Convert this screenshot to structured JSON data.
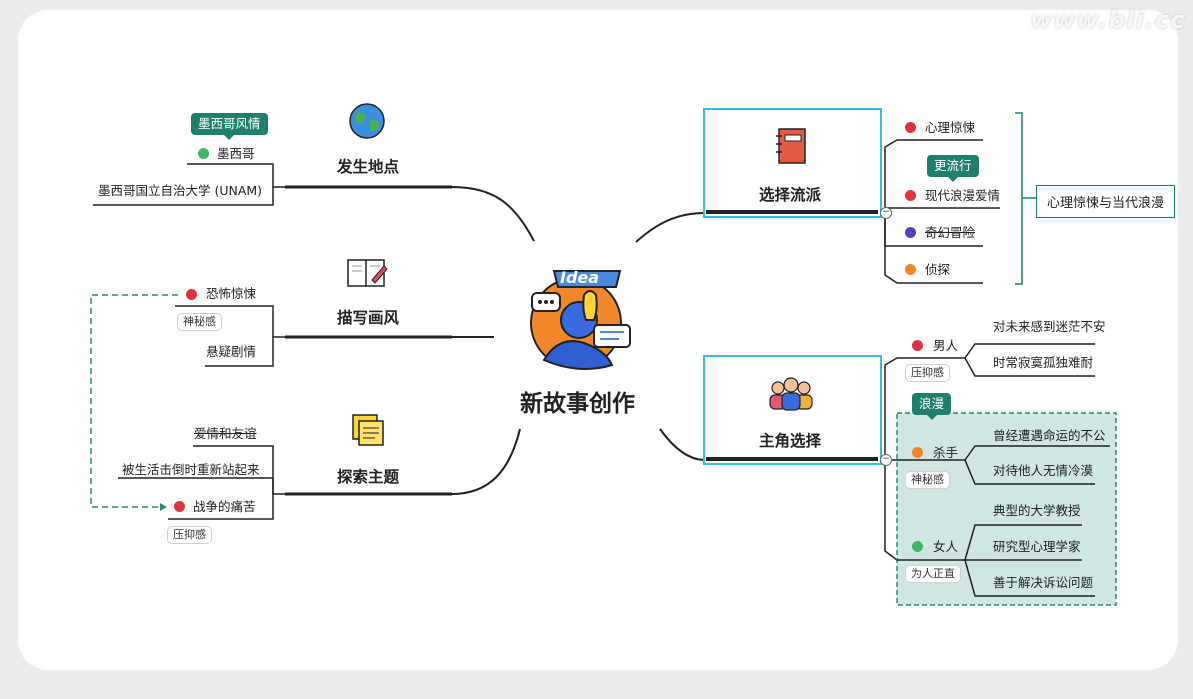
{
  "watermark": "www.bli.cc",
  "center": {
    "title": "新故事创作",
    "badge": "Idea"
  },
  "branches": {
    "location": {
      "title": "发生地点",
      "items": [
        "墨西哥",
        "墨西哥国立自治大学 (UNAM)"
      ],
      "callout": "墨西哥风情"
    },
    "style": {
      "title": "描写画风",
      "items": [
        "恐怖惊悚",
        "悬疑剧情"
      ],
      "label": "神秘感"
    },
    "theme": {
      "title": "探索主题",
      "items": [
        "爱情和友谊",
        "被生活击倒时重新站起来",
        "战争的痛苦"
      ],
      "label": "压抑感"
    },
    "genre": {
      "title": "选择流派",
      "items": [
        "心理惊悚",
        "现代浪漫爱情",
        "奇幻冒险",
        "侦探"
      ],
      "callout": "更流行",
      "summary": "心理惊悚与当代浪漫"
    },
    "protagonist": {
      "title": "主角选择",
      "roles": [
        {
          "name": "男人",
          "label": "压抑感",
          "traits": [
            "对未来感到迷茫不安",
            "时常寂寞孤独难耐"
          ]
        },
        {
          "name": "杀手",
          "label": "神秘感",
          "traits": [
            "曾经遭遇命运的不公",
            "对待他人无情冷漠"
          ]
        },
        {
          "name": "女人",
          "label": "为人正直",
          "traits": [
            "典型的大学教授",
            "研究型心理学家",
            "善于解决诉讼问题"
          ]
        }
      ],
      "callout": "浪漫"
    }
  },
  "colors": {
    "accent_border": "#3db8de",
    "tag_bg": "#1f7f6c",
    "dashed": "#2a8a72",
    "romance_fill": "#cfe6e3"
  },
  "icons": {
    "location": "globe-icon",
    "style": "book-pencil-icon",
    "theme": "sticky-notes-icon",
    "genre": "notebook-icon",
    "protagonist": "people-group-icon"
  }
}
